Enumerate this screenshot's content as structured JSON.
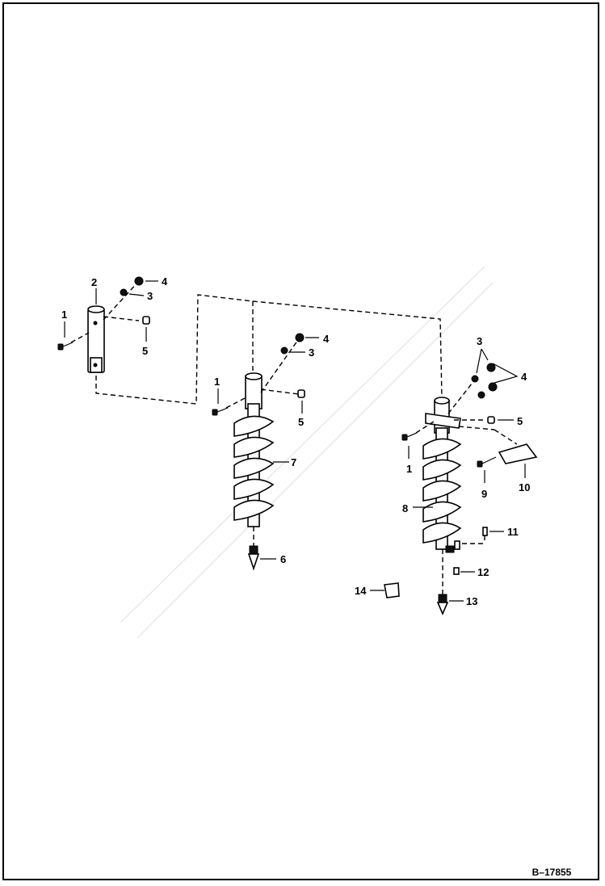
{
  "diagram": {
    "drawing_number": "B–17855",
    "callouts": {
      "left_assembly": {
        "c1": "1",
        "c2": "2",
        "c3": "3",
        "c4": "4",
        "c5": "5"
      },
      "middle_assembly": {
        "c1": "1",
        "c3": "3",
        "c4": "4",
        "c5": "5",
        "c6": "6",
        "c7": "7"
      },
      "right_assembly": {
        "c1": "1",
        "c3": "3",
        "c4": "4",
        "c5": "5",
        "c8": "8",
        "c9": "9",
        "c10": "10",
        "c11": "11",
        "c12": "12",
        "c13": "13",
        "c14": "14"
      }
    }
  }
}
